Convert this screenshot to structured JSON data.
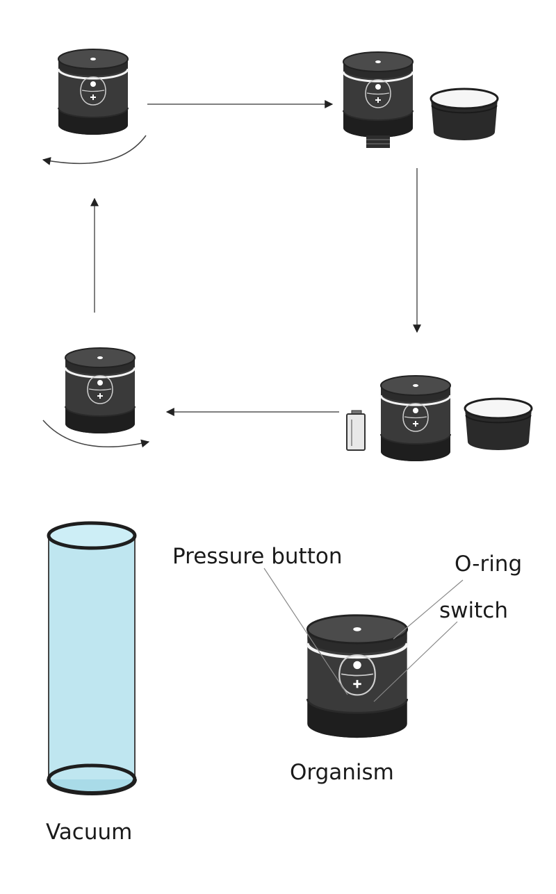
{
  "labels": {
    "pressure_button": "Pressure button",
    "o_ring": "O-ring",
    "switch": "switch",
    "organism": "Organism",
    "vacuum": "Vacuum"
  },
  "icons": {
    "plus_glyph": "+"
  },
  "colors": {
    "device_body": "#3c3c3c",
    "device_top": "#4a4a4a",
    "device_dark": "#161616",
    "white_ring": "#f4f4f4",
    "tube_fill": "#bfe6f0",
    "tube_rim": "#1e1e1e",
    "arrow": "#555555",
    "leader_line": "#888888"
  }
}
